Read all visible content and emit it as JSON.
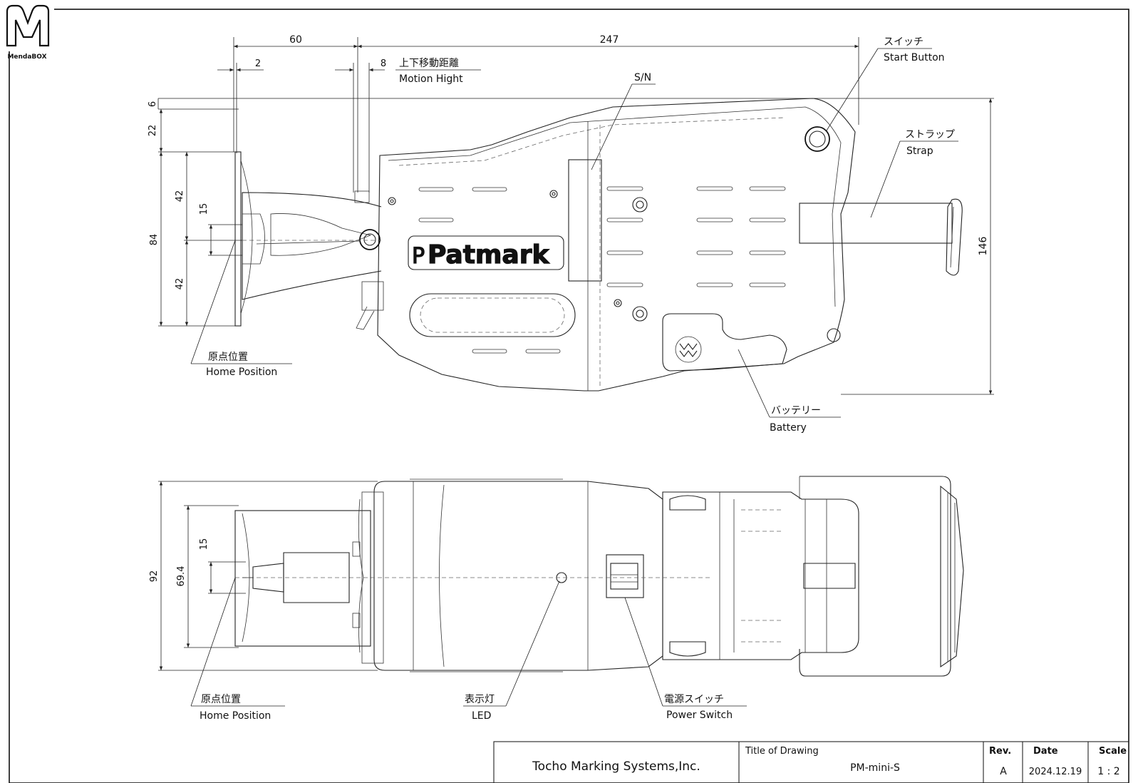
{
  "logo": {
    "text": "MendaBOX"
  },
  "dimensions": {
    "d60": "60",
    "d247": "247",
    "d2": "2",
    "d8": "8",
    "d6": "6",
    "d22": "22",
    "d42a": "42",
    "d15a": "15",
    "d84": "84",
    "d42b": "42",
    "d146": "146",
    "d92": "92",
    "d69_4": "69.4",
    "d15b": "15"
  },
  "labels": {
    "motion_jp": "上下移動距離",
    "motion_en": "Motion Hight",
    "sn": "S/N",
    "start_jp": "スイッチ",
    "start_en": "Start Button",
    "strap_jp": "ストラップ",
    "strap_en": "Strap",
    "battery_jp": "バッテリー",
    "battery_en": "Battery",
    "home1_jp": "原点位置",
    "home1_en": "Home Position",
    "home2_jp": "原点位置",
    "home2_en": "Home Position",
    "led_jp": "表示灯",
    "led_en": "LED",
    "power_jp": "電源スイッチ",
    "power_en": "Power Switch",
    "brand": "Patmark"
  },
  "title_block": {
    "company": "Tocho Marking Systems,Inc.",
    "title_label": "Title of Drawing",
    "title_value": "PM-mini-S",
    "rev_label": "Rev.",
    "rev_value": "A",
    "date_label": "Date",
    "date_value": "2024.12.19",
    "scale_label": "Scale",
    "scale_value": "1 : 2"
  }
}
